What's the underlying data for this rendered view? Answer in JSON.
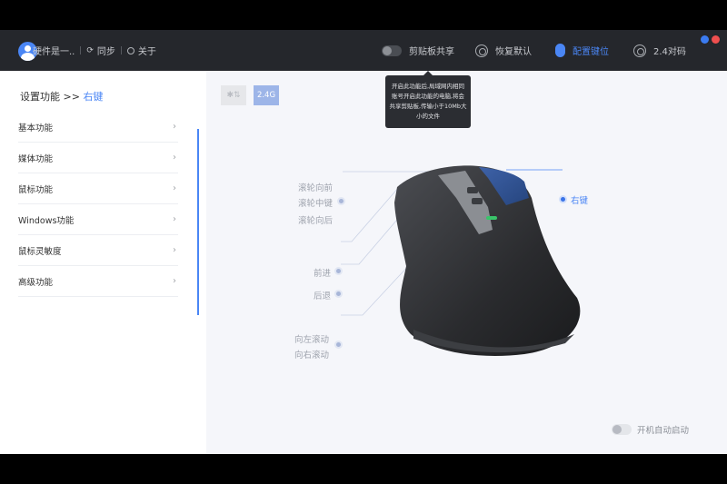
{
  "topbar": {
    "username": "硬件是一..",
    "sync_label": "同步",
    "about_label": "关于",
    "clipboard_share_label": "剪贴板共享",
    "restore_default_label": "恢复默认",
    "config_keys_label": "配置键位",
    "pairing_label": "2.4对码",
    "window_dot_colors": [
      "#3b7bf0",
      "#ef4f4f"
    ]
  },
  "tooltip": {
    "text": "开启此功能后,局域网内相同账号开启此功能的电脑,将会共享剪贴板,传输小于10Mb大小的文件"
  },
  "sidebar": {
    "breadcrumb_root": "设置功能 >>",
    "breadcrumb_current": "右键",
    "items": [
      {
        "label": "基本功能"
      },
      {
        "label": "媒体功能"
      },
      {
        "label": "鼠标功能"
      },
      {
        "label": "Windows功能"
      },
      {
        "label": "鼠标灵敏度"
      },
      {
        "label": "高级功能"
      }
    ]
  },
  "main": {
    "connection_modes": [
      {
        "label": "✱⇅",
        "name": "bluetooth",
        "active": false
      },
      {
        "label": "2.4G",
        "name": "2.4g",
        "active": true
      }
    ],
    "button_labels": {
      "scroll_forward": "滚轮向前",
      "scroll_middle": "滚轮中键",
      "scroll_back": "滚轮向后",
      "forward": "前进",
      "back": "后退",
      "scroll_left": "向左滚动",
      "scroll_right": "向右滚动",
      "right_button": "右键"
    },
    "autostart_label": "开机自动启动"
  },
  "colors": {
    "accent": "#4a86f5",
    "topbar_bg": "#25272c",
    "content_bg": "#f5f6fa"
  }
}
